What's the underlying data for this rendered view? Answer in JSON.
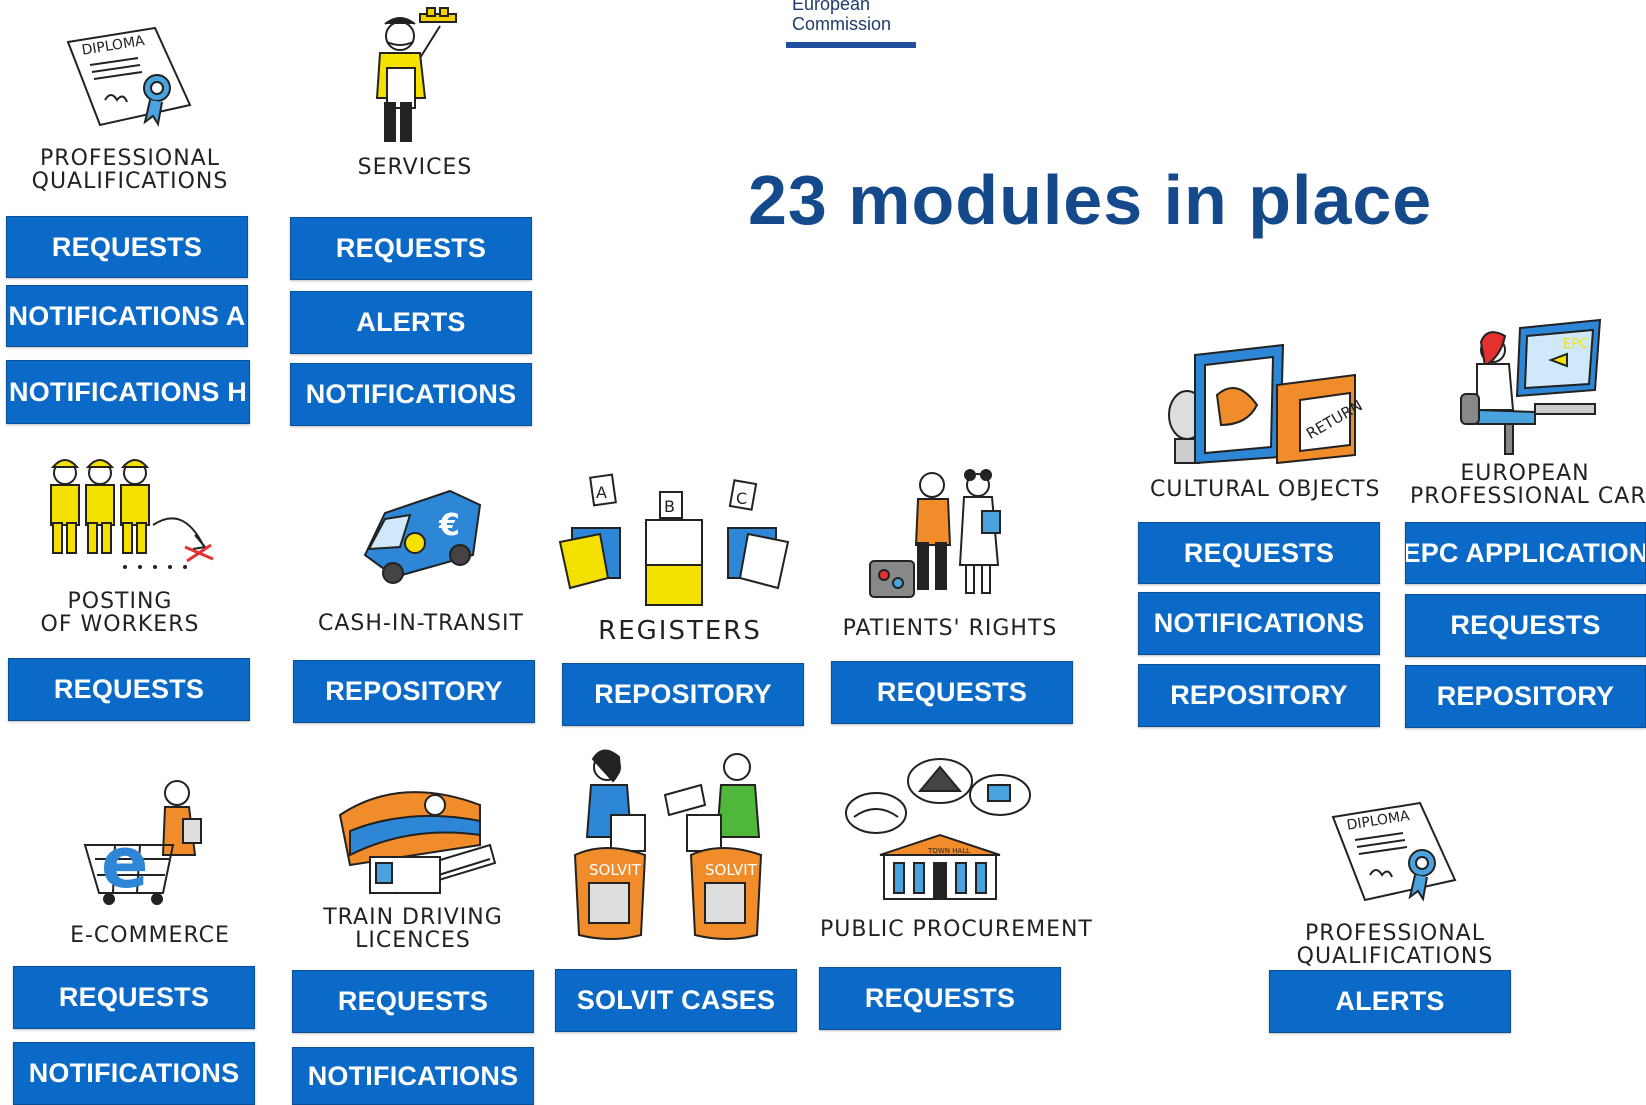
{
  "header": {
    "logo_line1": "European",
    "logo_line2": "Commission",
    "title": "23 modules in place"
  },
  "colors": {
    "button_bg": "#0b69c7",
    "button_text": "#ffffff",
    "title": "#144a8c",
    "logo_rule": "#1f4f9c"
  },
  "modules": {
    "professional_qualifications": {
      "caption_line1": "PROFESSIONAL",
      "caption_line2": "QUALIFICATIONS",
      "icon": "diploma-icon",
      "buttons": [
        "REQUESTS",
        "NOTIFICATIONS A",
        "NOTIFICATIONS H"
      ]
    },
    "services": {
      "caption_line1": "SERVICES",
      "icon": "waiter-icon",
      "buttons": [
        "REQUESTS",
        "ALERTS",
        "NOTIFICATIONS"
      ]
    },
    "posting_of_workers": {
      "caption_line1": "POSTING",
      "caption_line2": "OF WORKERS",
      "icon": "workers-icon",
      "buttons": [
        "REQUESTS"
      ]
    },
    "cash_in_transit": {
      "caption_line1": "CASH-IN-TRANSIT",
      "icon": "van-icon",
      "buttons": [
        "REPOSITORY"
      ]
    },
    "registers": {
      "caption_line1": "REGISTERS",
      "icon": "file-drawers-icon",
      "drawer_labels": [
        "A",
        "B",
        "C"
      ],
      "buttons": [
        "REPOSITORY"
      ]
    },
    "patients_rights": {
      "caption_line1": "PATIENTS' RIGHTS",
      "icon": "patient-doctor-icon",
      "buttons": [
        "REQUESTS"
      ]
    },
    "cultural_objects": {
      "caption_line1": "CULTURAL OBJECTS",
      "icon": "artwork-crate-icon",
      "crate_label": "RETURN",
      "buttons": [
        "REQUESTS",
        "NOTIFICATIONS",
        "REPOSITORY"
      ]
    },
    "european_professional_card": {
      "caption_line1": "EUROPEAN",
      "caption_line2": "PROFESSIONAL CARD",
      "icon": "computer-user-icon",
      "screen_label": "EPC",
      "buttons": [
        "EPC APPLICATION",
        "REQUESTS",
        "REPOSITORY"
      ]
    },
    "e_commerce": {
      "caption_line1": "E-COMMERCE",
      "icon": "shopping-cart-icon",
      "buttons": [
        "REQUESTS",
        "NOTIFICATIONS"
      ]
    },
    "train_driving_licences": {
      "caption_line1": "TRAIN DRIVING",
      "caption_line2": "LICENCES",
      "icon": "train-icon",
      "buttons": [
        "REQUESTS",
        "NOTIFICATIONS"
      ]
    },
    "solvit": {
      "icon": "solvit-desks-icon",
      "desk_label": "SOLVIT",
      "buttons": [
        "SOLVIT CASES"
      ]
    },
    "public_procurement": {
      "caption_line1": "PUBLIC PROCUREMENT",
      "icon": "town-hall-icon",
      "hall_label": "TOWN HALL",
      "buttons": [
        "REQUESTS"
      ]
    },
    "professional_qualifications_alerts": {
      "caption_line1": "PROFESSIONAL",
      "caption_line2": "QUALIFICATIONS",
      "icon": "diploma-icon",
      "buttons": [
        "ALERTS"
      ]
    }
  }
}
